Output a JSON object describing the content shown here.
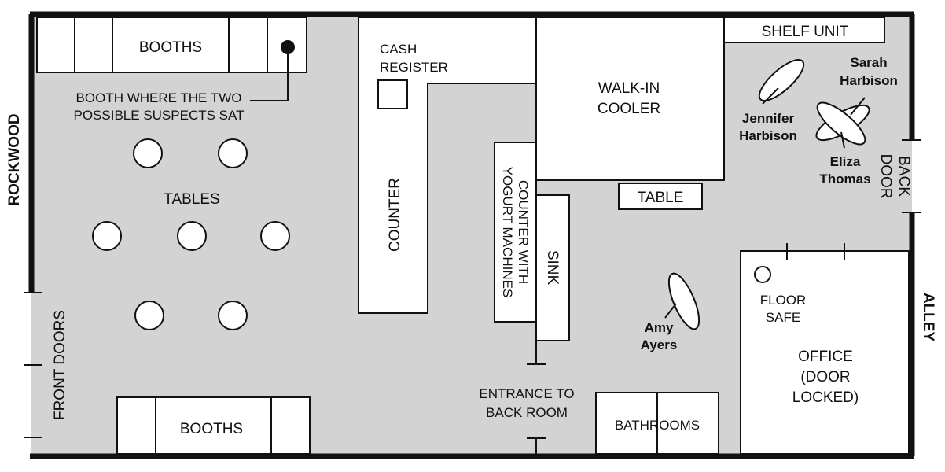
{
  "streets": {
    "left": "ROCKWOOD",
    "right": "ALLEY"
  },
  "rooms": {
    "booths_top": "BOOTHS",
    "booths_bottom": "BOOTHS",
    "booth_note_line1": "BOOTH WHERE THE TWO",
    "booth_note_line2": "POSSIBLE SUSPECTS SAT",
    "tables": "TABLES",
    "cash_register_line1": "CASH",
    "cash_register_line2": "REGISTER",
    "counter": "COUNTER",
    "counter_yogurt_line1": "COUNTER WITH",
    "counter_yogurt_line2": "YOGURT MACHINES",
    "sink": "SINK",
    "walk_in_line1": "WALK-IN",
    "walk_in_line2": "COOLER",
    "table": "TABLE",
    "shelf_unit": "SHELF UNIT",
    "back_door_line1": "BACK",
    "back_door_line2": "DOOR",
    "front_doors": "FRONT DOORS",
    "entrance_line1": "ENTRANCE TO",
    "entrance_line2": "BACK ROOM",
    "bathrooms": "BATHROOMS",
    "floor_safe_line1": "FLOOR",
    "floor_safe_line2": "SAFE",
    "office_line1": "OFFICE",
    "office_line2": "(DOOR",
    "office_line3": "LOCKED)"
  },
  "victims": {
    "jennifer_first": "Jennifer",
    "jennifer_last": "Harbison",
    "sarah_first": "Sarah",
    "sarah_last": "Harbison",
    "eliza_first": "Eliza",
    "eliza_last": "Thomas",
    "amy_first": "Amy",
    "amy_last": "Ayers"
  },
  "colors": {
    "floor": "#d3d3d3",
    "wall": "#111111",
    "fixture": "#ffffff"
  }
}
